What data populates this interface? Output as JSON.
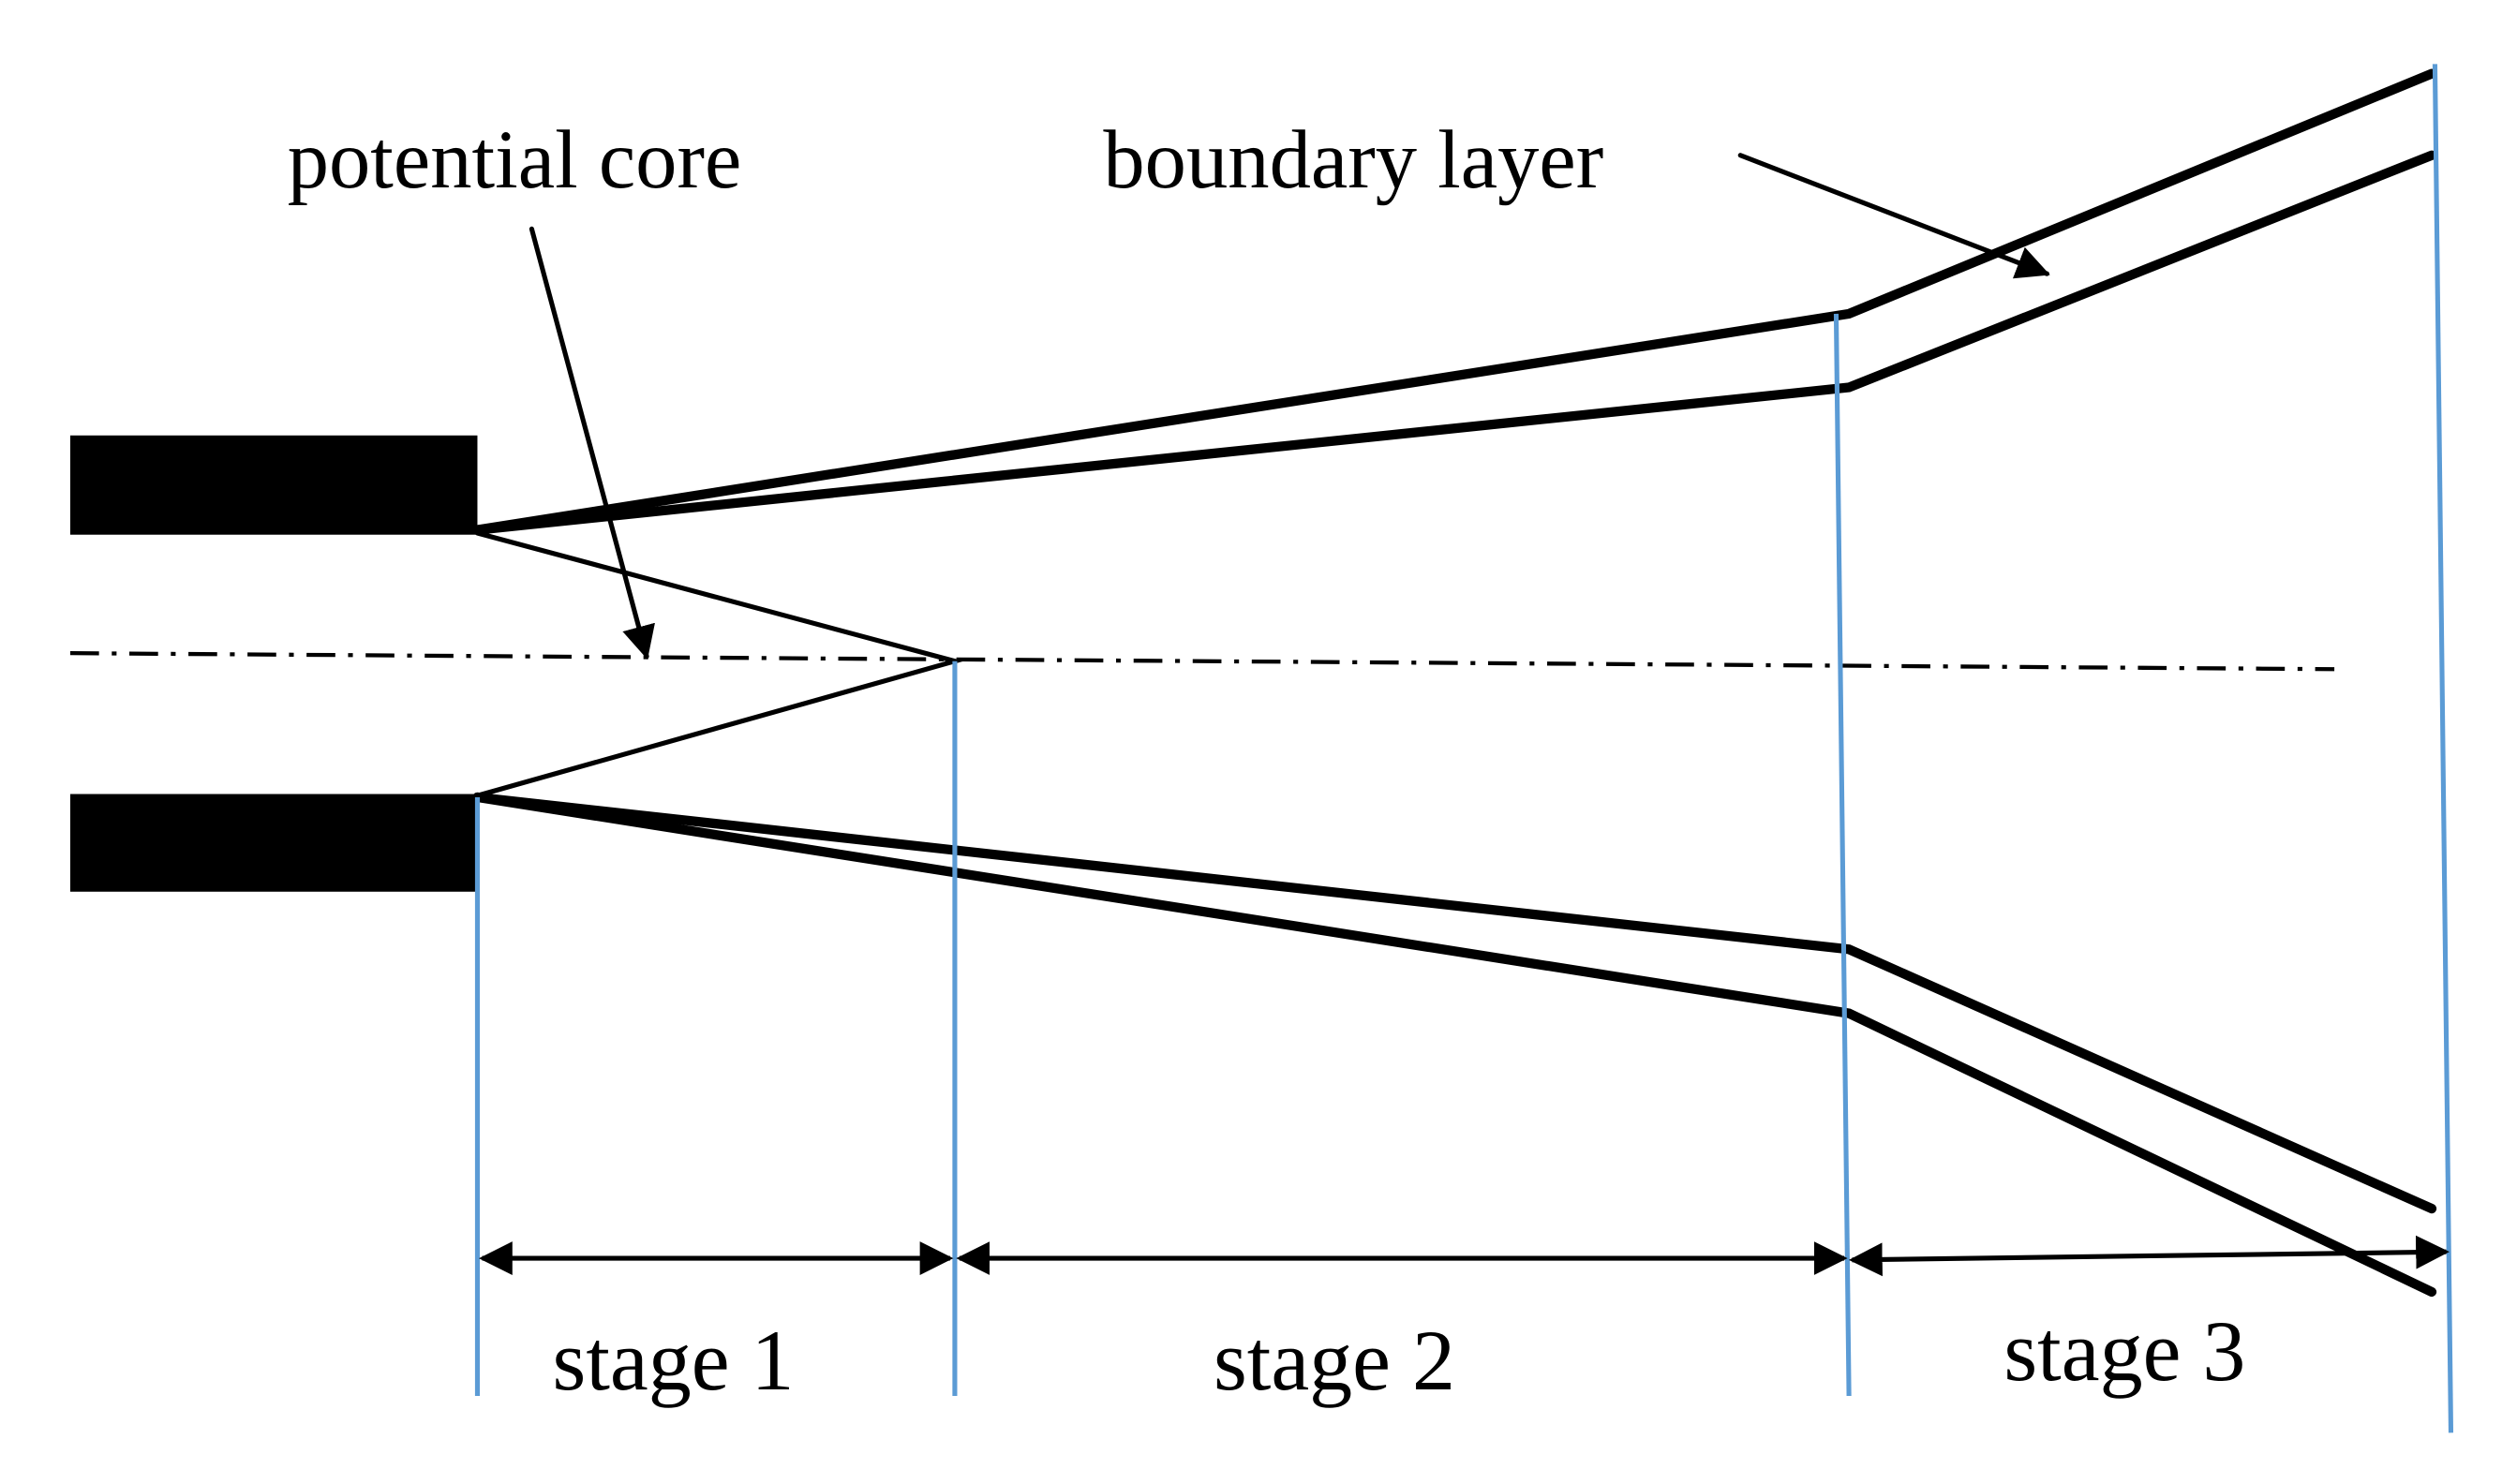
{
  "labels": {
    "potential_core": "potential core",
    "boundary_layer": "boundary layer",
    "stage1": "stage 1",
    "stage2": "stage 2",
    "stage3": "stage 3"
  },
  "colors": {
    "nozzle": "#000000",
    "guides": "#5b9bd5",
    "lines": "#000000",
    "background": "#ffffff"
  }
}
